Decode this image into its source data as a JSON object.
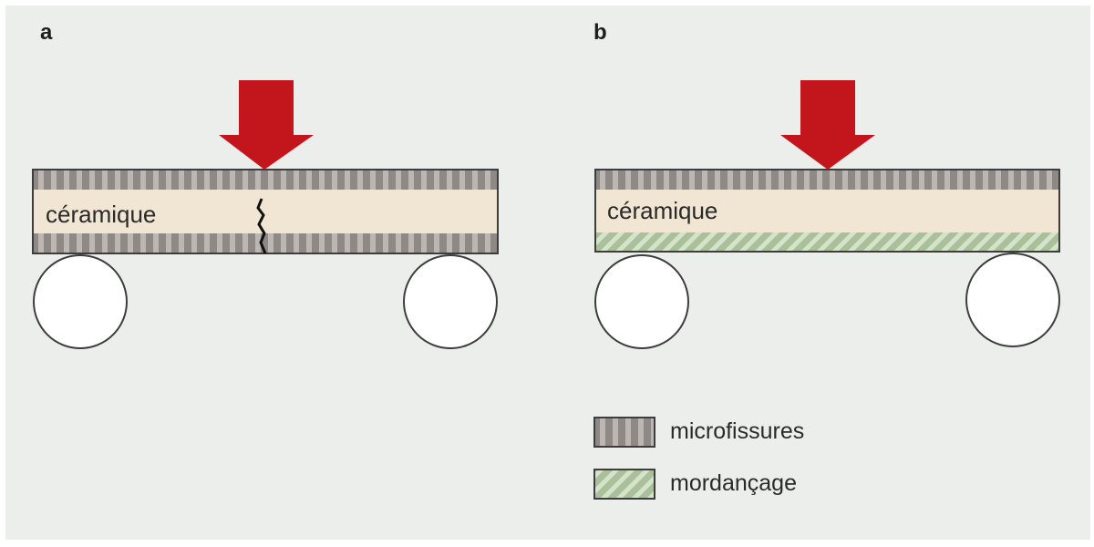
{
  "panels": [
    {
      "label": "a",
      "material_label": "céramique"
    },
    {
      "label": "b",
      "material_label": "céramique"
    }
  ],
  "legend": [
    {
      "label": "microfissures",
      "swatch": "microfissures-pattern"
    },
    {
      "label": "mordançage",
      "swatch": "mordancage-pattern"
    }
  ],
  "colors": {
    "background": "#eceeec",
    "ceramic": "#f1e5d3",
    "microcrack_base": "#8e8985",
    "microcrack_stripe": "#bcb7b2",
    "etching_base": "#a9c09a",
    "etching_stripe": "#d6e3cb",
    "arrow": "#c3151c",
    "support": "#ffffff",
    "outline": "#3d3d3d"
  }
}
